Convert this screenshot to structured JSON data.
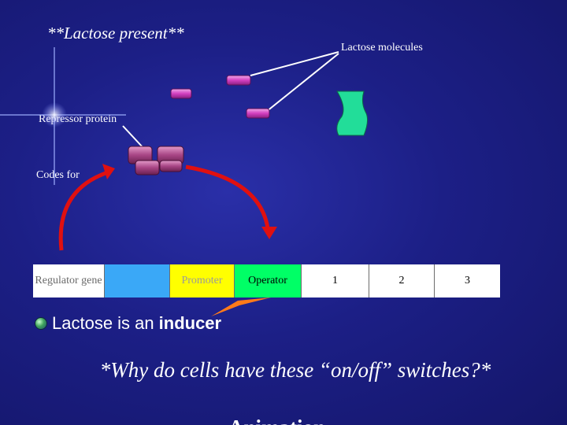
{
  "slide": {
    "title": "**Lactose present**",
    "labels": {
      "lactose_molecules": "Lactose molecules",
      "repressor_protein": "Repressor protein",
      "codes_for": "Codes for"
    },
    "dna_segments": [
      {
        "label": "Regulator gene",
        "color": "#ffffff",
        "text_color": "#6a6a6a"
      },
      {
        "label": "",
        "color": "#3aa8f7",
        "text_color": "#000000"
      },
      {
        "label": "Promoter",
        "color": "#ffff00",
        "text_color": "#9a9a9a"
      },
      {
        "label": "Operator",
        "color": "#00ff66",
        "text_color": "#000000"
      },
      {
        "label": "1",
        "color": "#ffffff",
        "text_color": "#000000"
      },
      {
        "label": "2",
        "color": "#ffffff",
        "text_color": "#000000"
      },
      {
        "label": "3",
        "color": "#ffffff",
        "text_color": "#000000"
      }
    ],
    "bullet": {
      "text": "Lactose is an",
      "emphasis": "inducer"
    },
    "question": "*Why do cells have these “on/off” switches?*",
    "partially_visible_text": "Animation",
    "colors": {
      "arrow_red": "#e01010",
      "lactose_pink": "#d33fc0",
      "repressor_purple": "#b04a8a",
      "repressor_green": "#22dd99"
    }
  }
}
